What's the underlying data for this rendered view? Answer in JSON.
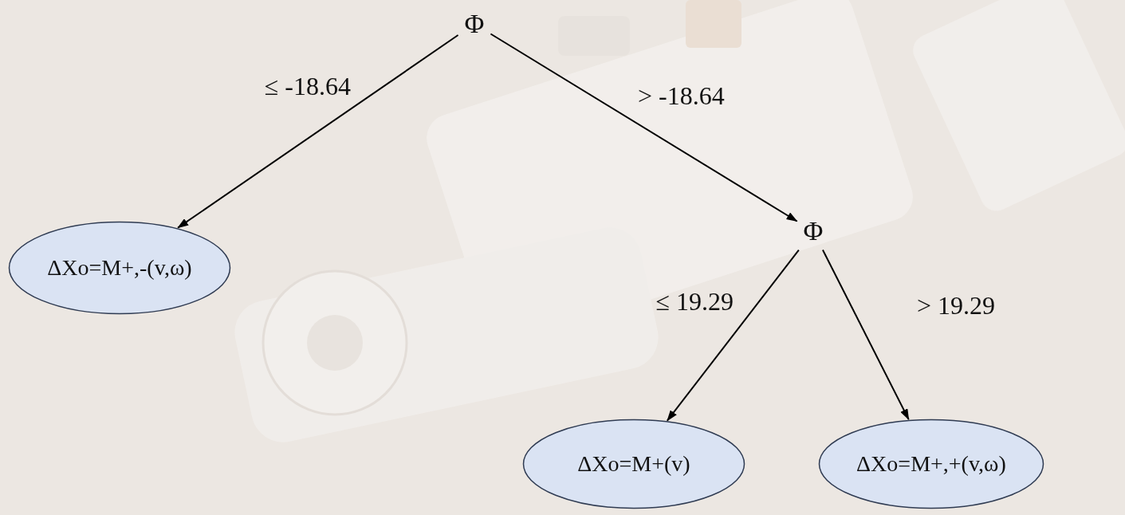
{
  "diagram": {
    "nodes": [
      {
        "text": [
          "Φ"
        ]
      },
      {
        "text": [
          "ΔXo=M+,-(v,ω)"
        ]
      },
      {
        "text": [
          "Φ"
        ]
      },
      {
        "text": [
          "ΔXo=M+(v)"
        ]
      },
      {
        "text": [
          "ΔXo=M+,+(v,ω)"
        ]
      }
    ],
    "edges": [
      {
        "from": 0,
        "to": 1,
        "arrow": "to",
        "label": "≤ -18.64"
      },
      {
        "from": 0,
        "to": 2,
        "arrow": "to",
        "label": "> -18.64"
      },
      {
        "from": 2,
        "to": 3,
        "arrow": "to",
        "label": "≤ 19.29"
      },
      {
        "from": 2,
        "to": 4,
        "arrow": "to",
        "label": "> 19.29"
      }
    ]
  }
}
